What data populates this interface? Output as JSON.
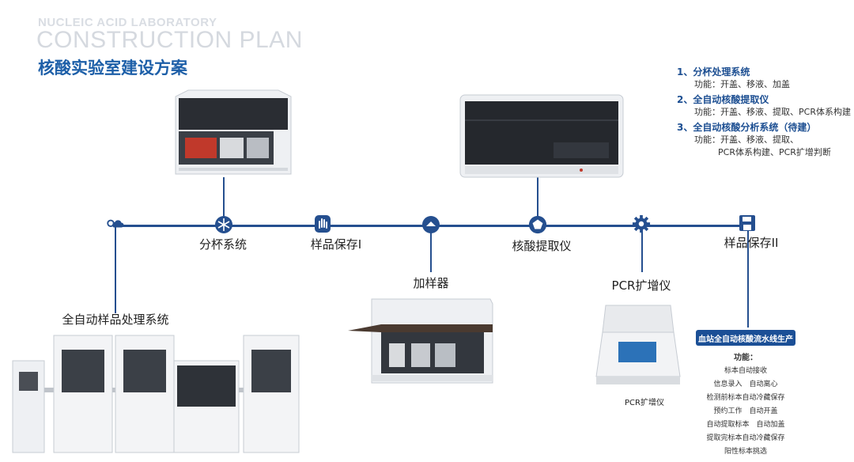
{
  "header": {
    "subtitle_en": "NUCLEIC ACID LABORATORY",
    "title_en": "CONSTRUCTION PLAN",
    "title_cn": "核酸实验室建设方案"
  },
  "features": [
    {
      "title": "1、分杯处理系统",
      "desc": [
        "功能：开盖、移液、加盖"
      ]
    },
    {
      "title": "2、全自动核酸提取仪",
      "desc": [
        "功能：开盖、移液、提取、PCR体系构建"
      ]
    },
    {
      "title": "3、全自动核酸分析系统（待建）",
      "desc": [
        "功能：开盖、移液、提取、",
        "PCR体系构建、PCR扩增判断"
      ]
    }
  ],
  "nodes": [
    {
      "label": "全自动样品处理系统",
      "icon": "search-cloud-icon"
    },
    {
      "label": "分杯系统",
      "icon": "snowflake-icon"
    },
    {
      "label": "样品保存I",
      "icon": "hand-icon"
    },
    {
      "label": "加样器",
      "icon": "eject-icon"
    },
    {
      "label": "核酸提取仪",
      "icon": "pentagon-icon"
    },
    {
      "label": "PCR扩增仪",
      "icon": "gear-icon"
    },
    {
      "label": "样品保存II",
      "icon": "save-icon"
    }
  ],
  "pcr_caption": "PCR扩增仪",
  "blood_station": {
    "title": "血站全自动核酸流水线生产",
    "heading": "功能：",
    "items": [
      "标本自动接收",
      "信息录入　自动离心",
      "检测前标本自动冷藏保存",
      "预约工作　自动开盖",
      "自动提取标本　自动加盖",
      "提取完标本自动冷藏保存",
      "阳性标本挑选"
    ]
  },
  "colors": {
    "accent": "#1d5fa8",
    "axis": "#254f8f",
    "badge": "#1b4f96"
  }
}
